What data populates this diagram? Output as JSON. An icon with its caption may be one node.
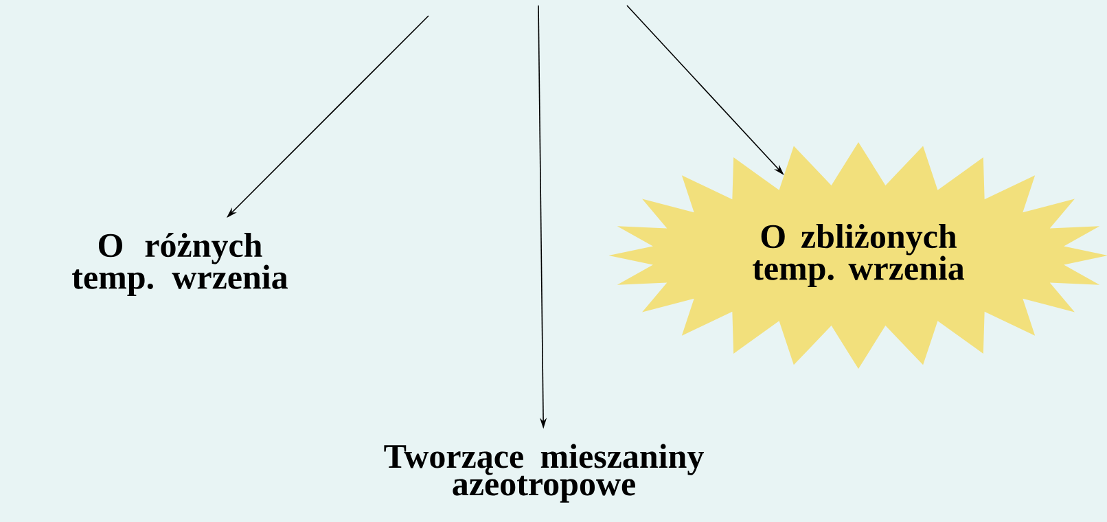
{
  "diagram": {
    "nodes": [
      {
        "text": [
          "O różnych temp. wrzenia"
        ]
      },
      {
        "text": [
          "O zbliżonych temp. wrzenia"
        ]
      },
      {
        "text": [
          "Tworzące mieszaniny azeotropowe"
        ]
      }
    ],
    "edges": [
      {
        "from": null,
        "to": 0,
        "arrow": "to"
      },
      {
        "from": null,
        "to": 2,
        "arrow": "to"
      },
      {
        "from": null,
        "to": 1,
        "arrow": "to"
      }
    ]
  }
}
